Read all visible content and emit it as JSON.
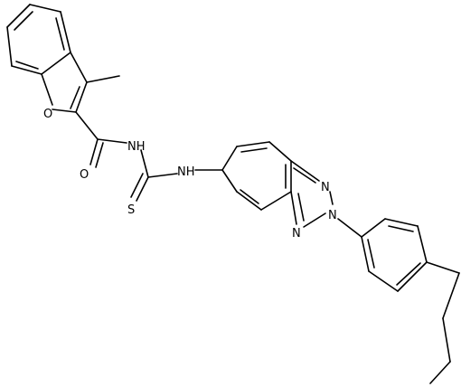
{
  "structure": {
    "bond_color": "#000000",
    "background_color": "#ffffff",
    "atoms": {
      "furan_o": "O",
      "carbonyl_o": "O",
      "amide_nh": "NH",
      "thio_s": "S",
      "thio_nh": "NH",
      "triazole_n1": "N",
      "triazole_n2": "N",
      "triazole_n3": "N"
    }
  }
}
